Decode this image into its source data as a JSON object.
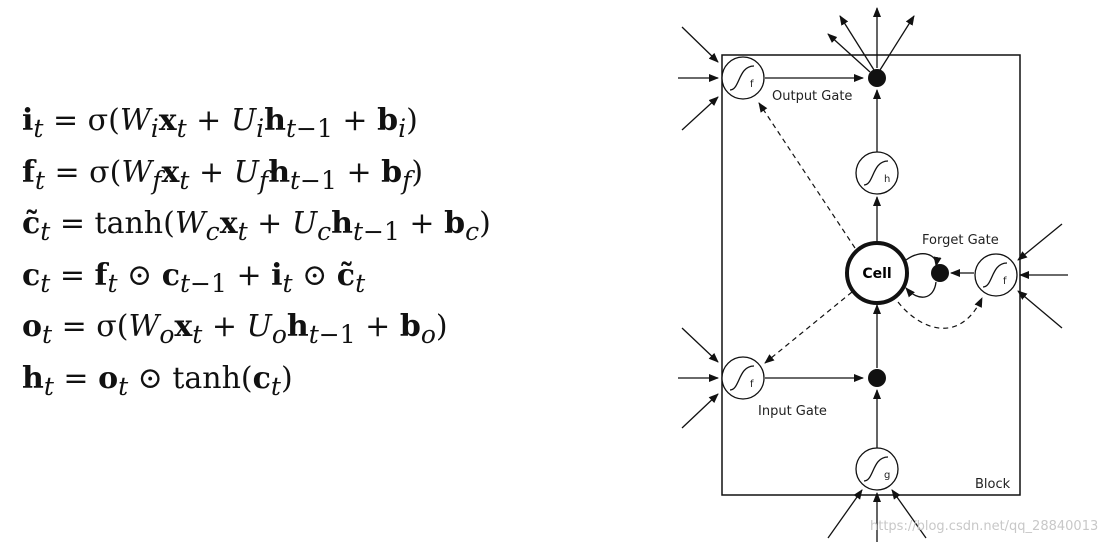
{
  "equations": [
    {
      "lhs": "i",
      "lhs_sub": "t",
      "rhs_html": "= σ(<i>W</i><sub><i>i</i></sub><b>x</b><sub><i>t</i></sub> + <i>U</i><sub><i>i</i></sub><b>h</b><sub><i>t</i>−1</sub> + <b>b</b><sub><i>i</i></sub>)"
    },
    {
      "lhs": "f",
      "lhs_sub": "t",
      "rhs_html": "= σ(<i>W</i><sub><i>f</i></sub><b>x</b><sub><i>t</i></sub> + <i>U</i><sub><i>f</i></sub><b>h</b><sub><i>t</i>−1</sub> + <b>b</b><sub><i>f</i></sub>)"
    },
    {
      "lhs": "c̃",
      "lhs_sub": "t",
      "rhs_html": "= tanh(<i>W</i><sub><i>c</i></sub><b>x</b><sub><i>t</i></sub> + <i>U</i><sub><i>c</i></sub><b>h</b><sub><i>t</i>−1</sub> + <b>b</b><sub><i>c</i></sub>)"
    },
    {
      "lhs": "c",
      "lhs_sub": "t",
      "rhs_html": "= <b>f</b><sub><i>t</i></sub> ⊙ <b>c</b><sub><i>t</i>−1</sub> + <b>i</b><sub><i>t</i></sub> ⊙ <b>c̃</b><sub><i>t</i></sub>"
    },
    {
      "lhs": "o",
      "lhs_sub": "t",
      "rhs_html": "= σ(<i>W</i><sub><i>o</i></sub><b>x</b><sub><i>t</i></sub> + <i>U</i><sub><i>o</i></sub><b>h</b><sub><i>t</i>−1</sub> + <b>b</b><sub><i>o</i></sub>)"
    },
    {
      "lhs": "h",
      "lhs_sub": "t",
      "rhs_html": "= <b>o</b><sub><i>t</i></sub> ⊙ tanh(<b>c</b><sub><i>t</i></sub>)"
    }
  ],
  "diagram": {
    "output_gate_label": "Output Gate",
    "forget_gate_label": "Forget Gate",
    "input_gate_label": "Input Gate",
    "cell_label": "Cell",
    "block_label": "Block",
    "gate_f_sub": "f",
    "gate_h_sub": "h",
    "gate_g_sub": "g"
  },
  "watermark": "https://blog.csdn.net/qq_28840013",
  "colors": {
    "line": "#111111",
    "background": "#ffffff"
  }
}
